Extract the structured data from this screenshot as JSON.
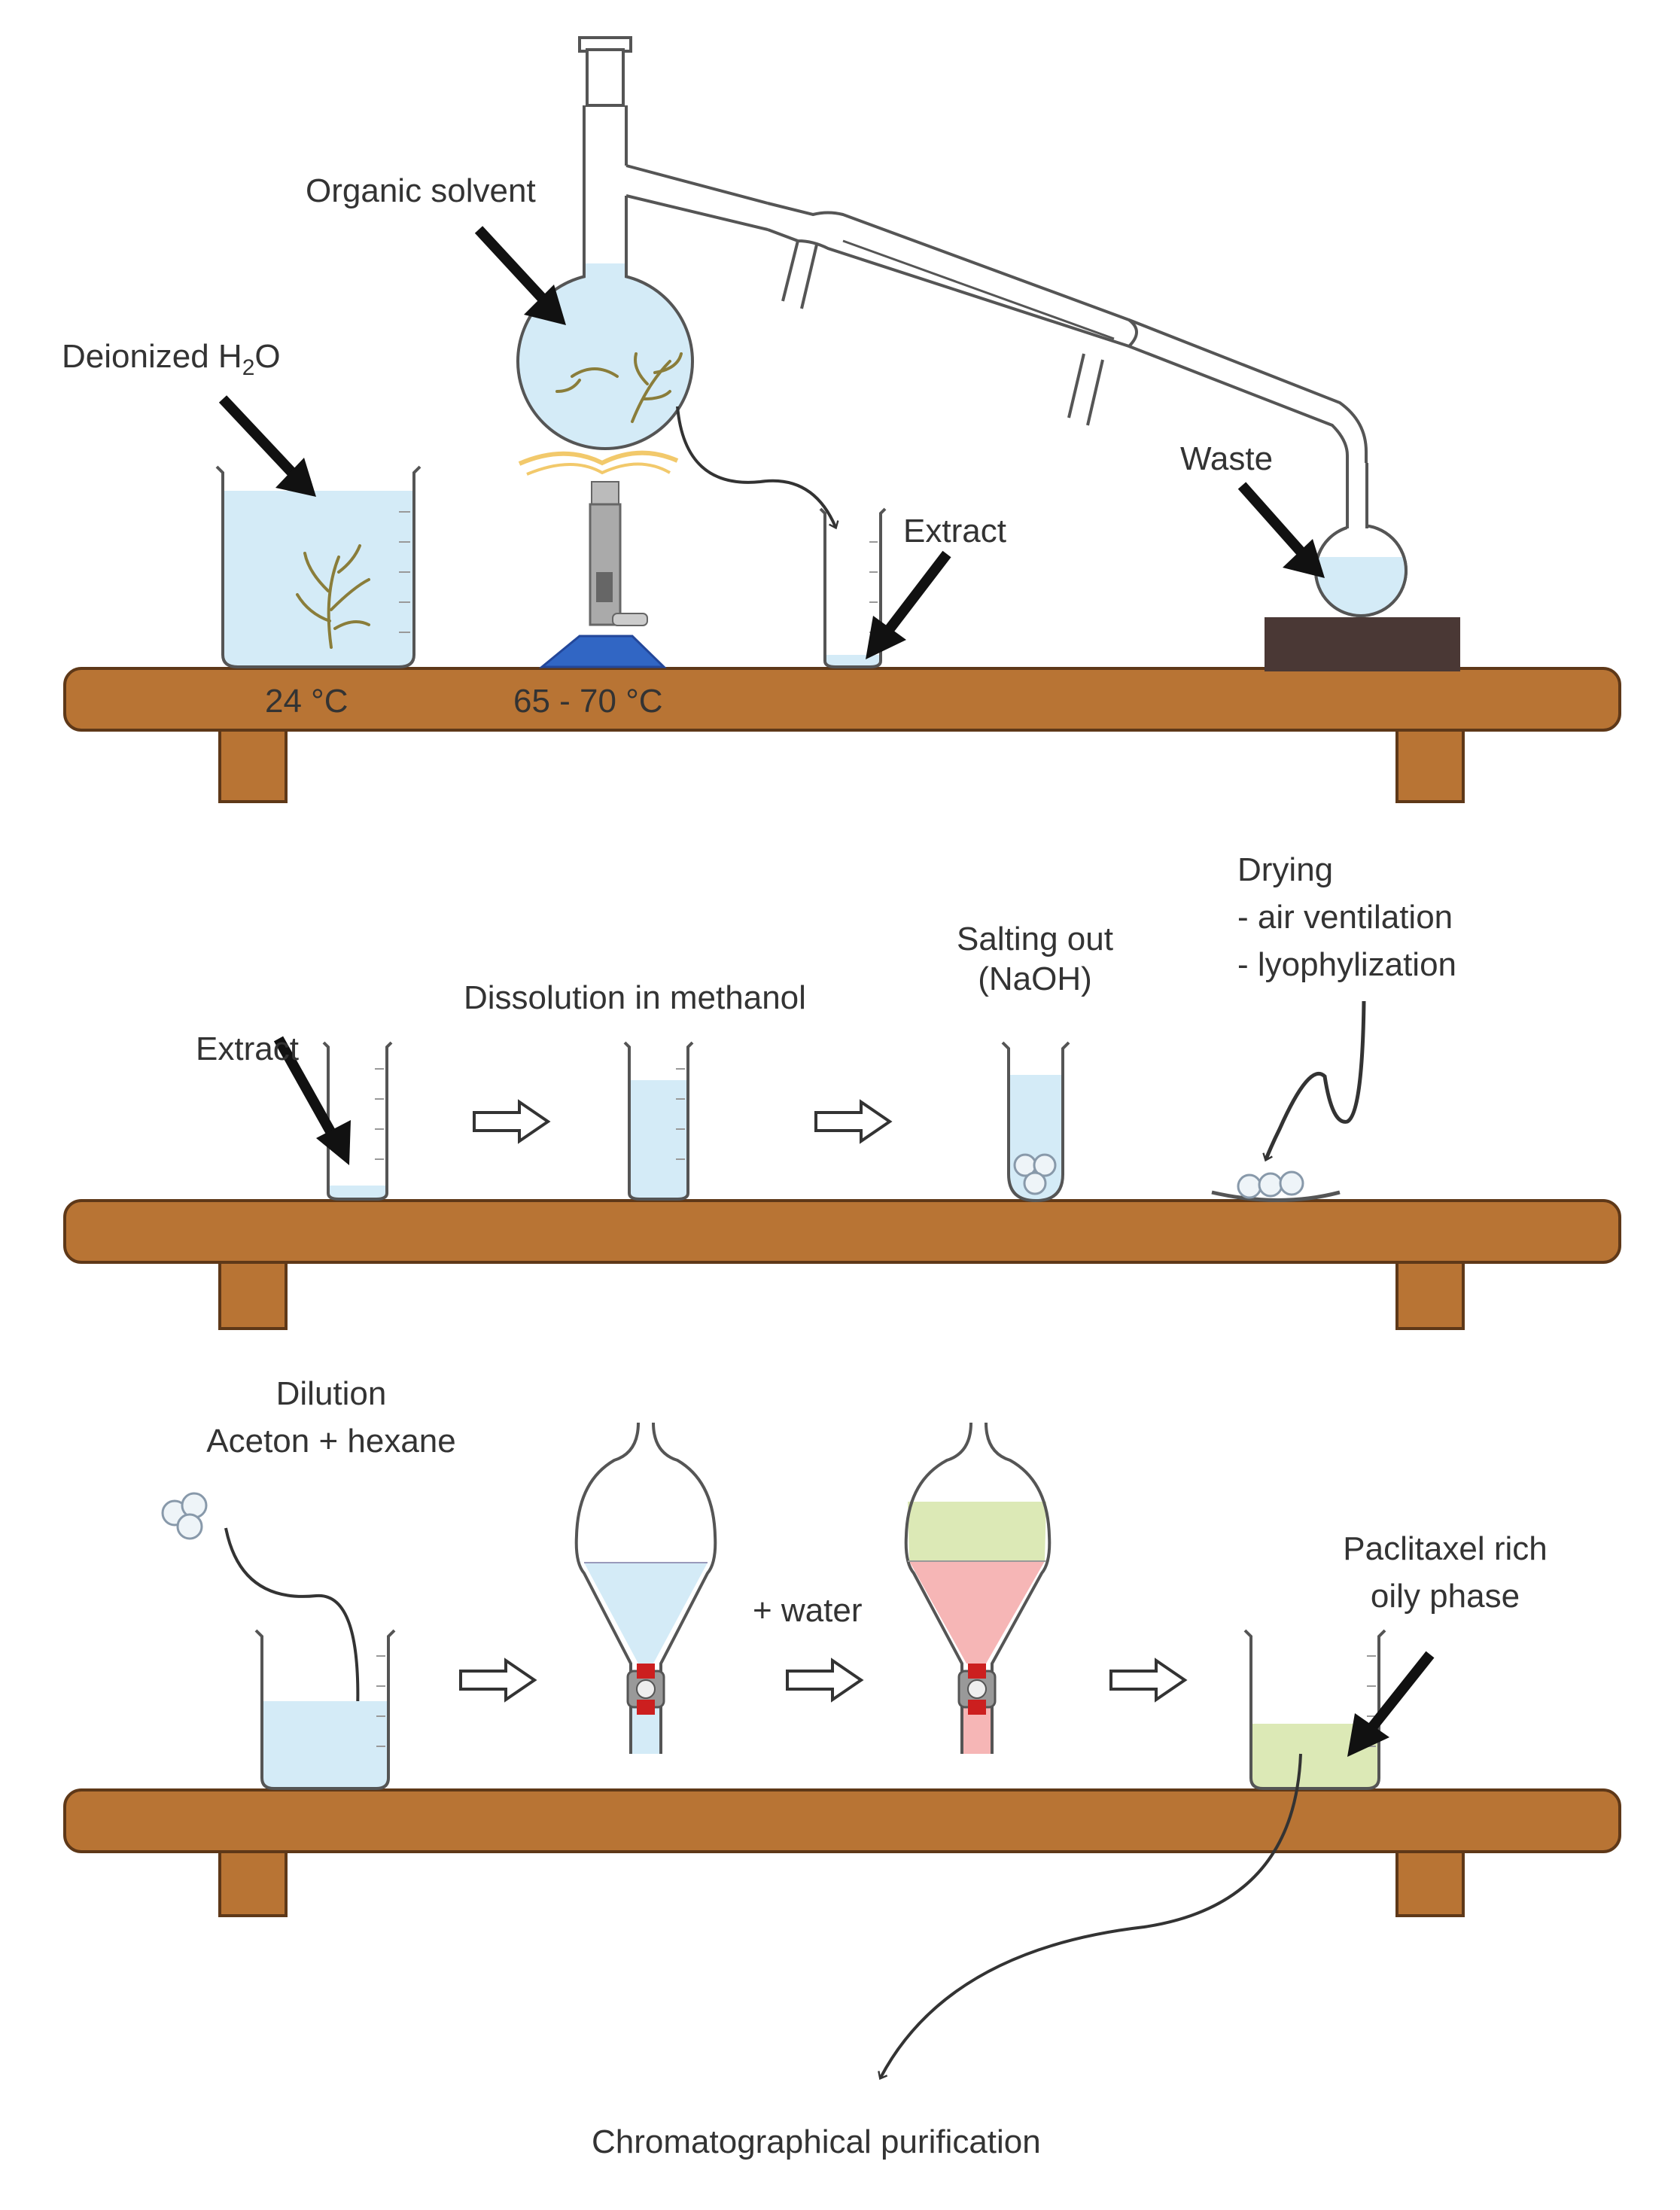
{
  "colors": {
    "shelf": "#b87434",
    "shelf_edge": "#5e3818",
    "water": "#d4ebf7",
    "glass": "#555555",
    "oily": "#dce9b6",
    "pink": "#f6b6b6",
    "red_valve": "#cc1f1f",
    "burner_blue": "#3166c4",
    "dark_block": "#4a3835"
  },
  "step1": {
    "deionized": "Deionized H",
    "deionized_sub": "2",
    "deionized_suffix": "O",
    "organic_solvent": "Organic solvent",
    "extract": "Extract",
    "waste": "Waste",
    "temp_room": "24 °C",
    "temp_heat": "65 - 70 °C"
  },
  "step2": {
    "extract": "Extract",
    "dissolution": "Dissolution in methanol",
    "salting_line1": "Salting out",
    "salting_line2": "(NaOH)",
    "drying_line1": "Drying",
    "drying_line2": "- air ventilation",
    "drying_line3": "- lyophylization"
  },
  "step3": {
    "dilution_line1": "Dilution",
    "dilution_line2": "Aceton + hexane",
    "water": "+ water",
    "paclitaxel_line1": "Paclitaxel rich",
    "paclitaxel_line2": "oily phase",
    "chromatography": "Chromatographical purification"
  }
}
